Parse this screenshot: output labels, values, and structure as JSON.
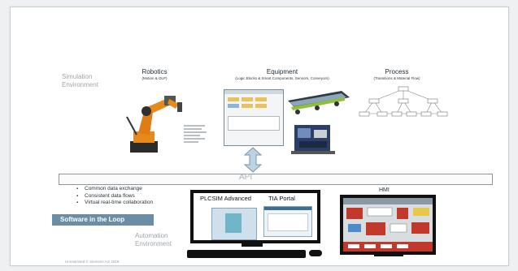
{
  "labels": {
    "simulation_environment": "Simulation Environment",
    "automation_environment": "Automation Environment",
    "api": "API",
    "hmi": "HMI",
    "plcsim": "PLCSIM Advanced",
    "tia_portal": "TIA Portal",
    "software_in_the_loop": "Software in the Loop",
    "footnote": "Unrestricted © Siemens AG 2019"
  },
  "columns": {
    "robotics": {
      "title": "Robotics",
      "subtitle": "(Motion & OLP)"
    },
    "equipment": {
      "title": "Equipment",
      "subtitle": "(Logic Blocks & Smart Components, Sensors, Conveyors)"
    },
    "process": {
      "title": "Process",
      "subtitle": "(Transitions & Material Flow)"
    }
  },
  "bullets": [
    "Common data exchange",
    "Consistent data flows",
    "Virtual real-time collaboration"
  ],
  "colors": {
    "robot_orange": "#e58a1c",
    "sil_background": "#6b8ea6",
    "hmi_red": "#c0392b",
    "arrow_blue": "#bcd3e4"
  }
}
